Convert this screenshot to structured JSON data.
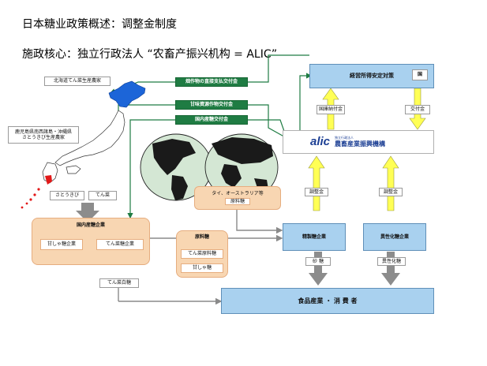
{
  "title": {
    "line1": "日本糖业政策概述：调整金制度",
    "line2": "施政核心：独立行政法人 “农畜产振兴机构 = ALIC”"
  },
  "producers": {
    "hokkaido": "北海道てん菜生産農家",
    "kagoshima_line1": "鹿児島県南西諸島・沖縄県",
    "kagoshima_line2": "さとうきび生産農家"
  },
  "subsidies": {
    "direct_payment": "畑作物の直接支払交付金",
    "sugarcane_grant": "甘味資源作物交付金",
    "domestic_sugar_grant": "国内産糖交付金"
  },
  "gov": {
    "top_box": "経営所得安定対策",
    "country": "国",
    "treasury_payment": "国庫納付金",
    "grant": "交付金"
  },
  "alic": {
    "logo": "alic",
    "small": "独立行政法人",
    "name": "農畜産業振興機構"
  },
  "flows": {
    "adjustment_left": "調整金",
    "adjustment_right": "調整金",
    "sugar": "砂 糖",
    "isomerized_sugar": "異性化糖"
  },
  "crops": {
    "sugarcane": "さとうきび",
    "beet": "てん菜"
  },
  "domestic": {
    "title": "国内産糖企業",
    "cane_company": "甘しゃ糖企業",
    "beet_company": "てん菜糖企業",
    "beet_white_sugar": "てん菜白糖"
  },
  "import": {
    "countries": "タイ、オーストラリア等",
    "raw_sugar": "原料糖"
  },
  "raw_material": {
    "title": "原料糖",
    "beet_raw": "てん菜原料糖",
    "cane": "甘しゃ糖"
  },
  "refined": {
    "refiner": "精製糖企業",
    "isomerized_company": "異性化糖企業"
  },
  "bottom": {
    "consumer": "食品産業 ・ 消 費 者"
  },
  "colors": {
    "green": "#1f7c43",
    "blue_box": "#a9d1ef",
    "peach_box": "#f8d6b2",
    "alic_blue": "#1c3f94",
    "yellow_arrow": "#ffff55",
    "gray_arrow": "#8c8c8c"
  }
}
